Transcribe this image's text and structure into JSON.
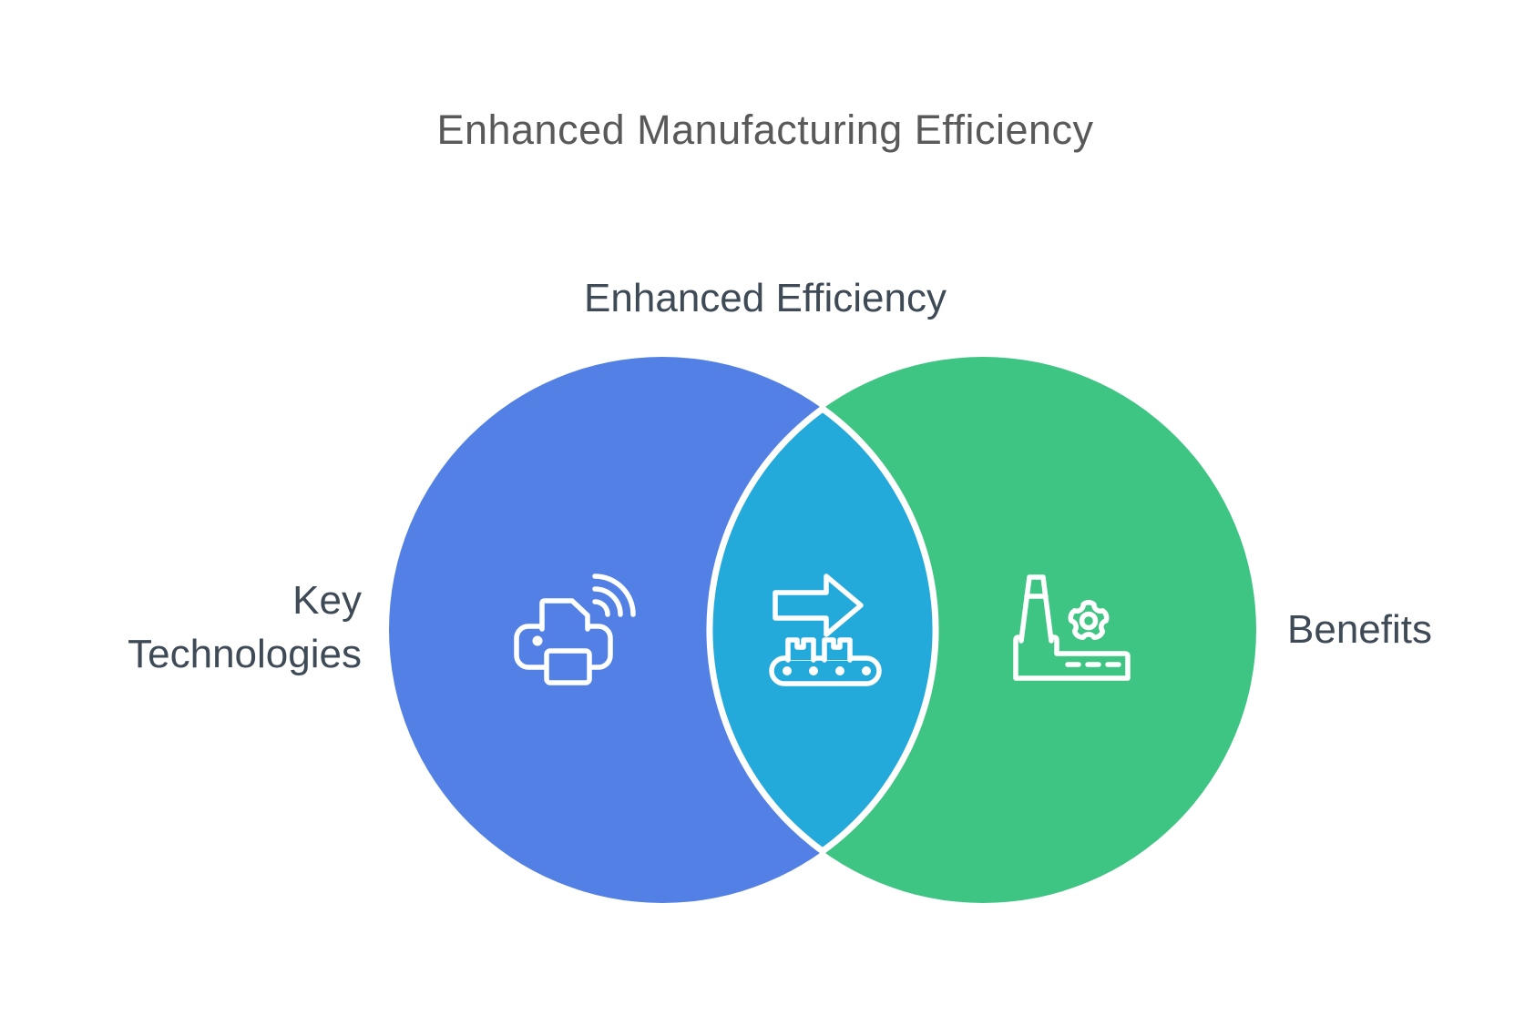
{
  "title": {
    "text": "Enhanced Manufacturing Efficiency",
    "color": "#595959"
  },
  "diagram": {
    "type": "venn",
    "label_color": "#3E4A56",
    "intersection_title": "Enhanced Efficiency",
    "left_circle": {
      "label_line1": "Key",
      "label_line2": "Technologies",
      "color": "#5380E5",
      "icon": "wireless-printer"
    },
    "right_circle": {
      "label": "Benefits",
      "color": "#3EC483",
      "icon": "factory-with-gear"
    },
    "intersection": {
      "color": "#23A9DA",
      "outline_color": "#FFFFFF",
      "icon": "conveyor-belt-with-arrow"
    }
  }
}
